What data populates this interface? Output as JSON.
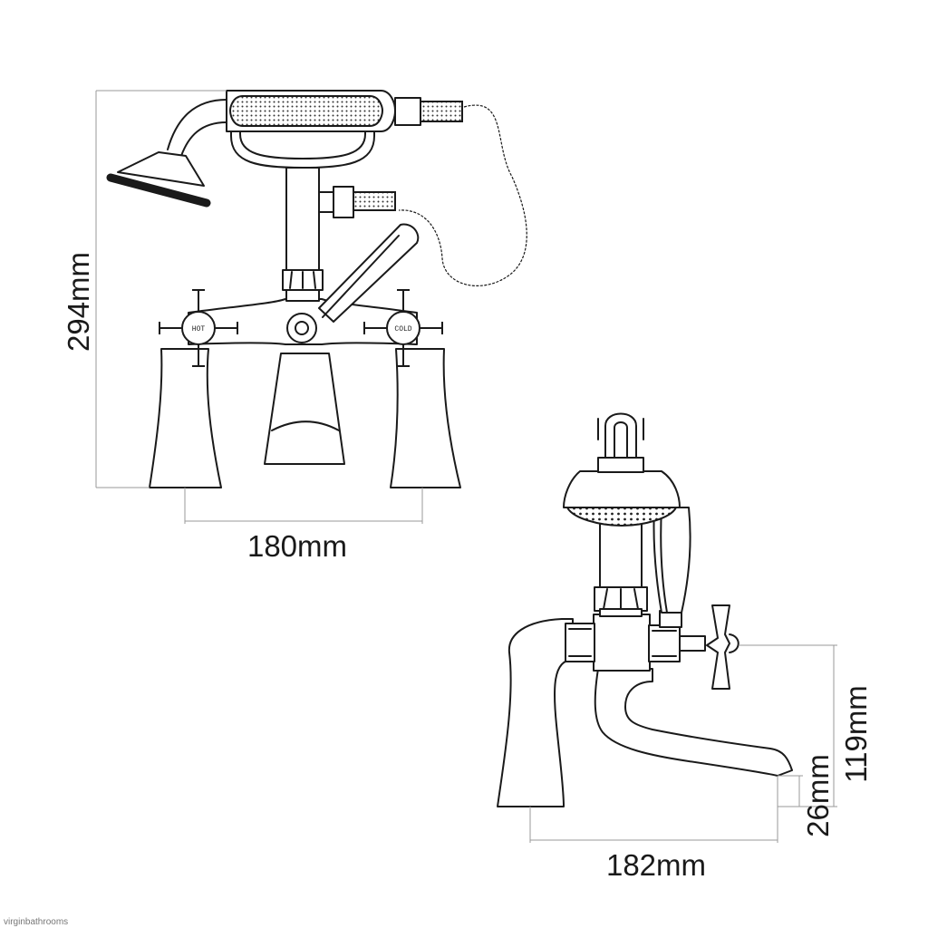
{
  "dimensions": {
    "front_height": "294mm",
    "front_width": "180mm",
    "side_width": "182mm",
    "side_spout_height": "119mm",
    "side_base_height": "26mm"
  },
  "labels": {
    "hot": "HOT",
    "cold": "COLD"
  },
  "watermark": "virginbathrooms",
  "icons": {
    "front_view": "bath-shower-mixer-front-view",
    "side_view": "bath-shower-mixer-side-view"
  },
  "colors": {
    "line": "#1a1a1a",
    "dimension_line": "#9a9a9a",
    "background": "#ffffff"
  }
}
